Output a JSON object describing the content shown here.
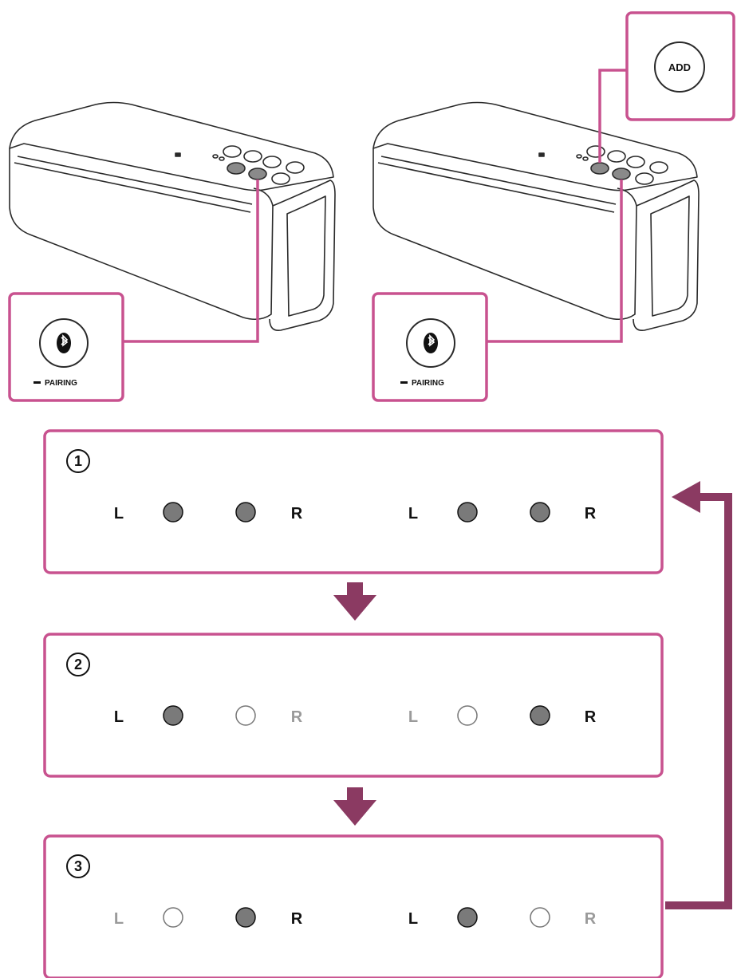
{
  "colors": {
    "accent": "#c8528f",
    "arrow": "#8b3a62",
    "outline": "#2a2a2a",
    "led_on": "#7a7a7a",
    "led_off": "#ffffff",
    "text_on": "#111111",
    "text_off": "#9a9a9a"
  },
  "callouts": {
    "add_label": "ADD",
    "pairing_left": "PAIRING",
    "pairing_right": "PAIRING"
  },
  "steps": [
    {
      "number": "1",
      "speakers": [
        {
          "left_label": "L",
          "right_label": "R",
          "left_on": true,
          "right_on": true
        },
        {
          "left_label": "L",
          "right_label": "R",
          "left_on": true,
          "right_on": true
        }
      ]
    },
    {
      "number": "2",
      "speakers": [
        {
          "left_label": "L",
          "right_label": "R",
          "left_on": true,
          "right_on": false
        },
        {
          "left_label": "L",
          "right_label": "R",
          "left_on": false,
          "right_on": true
        }
      ]
    },
    {
      "number": "3",
      "speakers": [
        {
          "left_label": "L",
          "right_label": "R",
          "left_on": false,
          "right_on": true
        },
        {
          "left_label": "L",
          "right_label": "R",
          "left_on": true,
          "right_on": false
        }
      ]
    }
  ]
}
